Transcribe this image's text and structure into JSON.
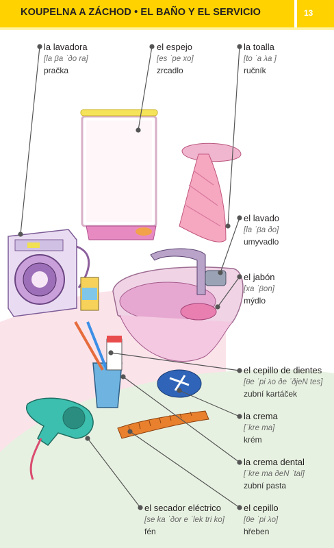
{
  "header": {
    "title": "KOUPELNA A ZÁCHOD • EL BAÑO Y EL SERVICIO",
    "page_number": "13"
  },
  "colors": {
    "header_bg": "#ffd200",
    "leader_line": "#555555"
  },
  "labels": [
    {
      "id": "lavadora",
      "spanish": "la lavadora",
      "pronunciation": "[la βa ˈðo ra]",
      "czech": "pračka"
    },
    {
      "id": "espejo",
      "spanish": "el espejo",
      "pronunciation": "[es ˈpe xo]",
      "czech": "zrcadlo"
    },
    {
      "id": "toalla",
      "spanish": "la toalla",
      "pronunciation": "[to ˈa λa ]",
      "czech": "ručník"
    },
    {
      "id": "lavado",
      "spanish": "el lavado",
      "pronunciation": "[la ˈβa ðo]",
      "czech": "umyvadlo"
    },
    {
      "id": "jabon",
      "spanish": "el jabón",
      "pronunciation": "[xa ˈβon]",
      "czech": "mýdlo"
    },
    {
      "id": "cepillo-dientes",
      "spanish": "el cepillo de dientes",
      "pronunciation": "[θe ˈpi λo ðe ˈðjeN tes]",
      "czech": "zubní kartáček"
    },
    {
      "id": "crema",
      "spanish": "la crema",
      "pronunciation": "[ˈkre ma]",
      "czech": "krém"
    },
    {
      "id": "crema-dental",
      "spanish": "la crema dental",
      "pronunciation": "[ˈkre ma ðeN ˈtal]",
      "czech": "zubní pasta"
    },
    {
      "id": "secador",
      "spanish": "el secador eléctrico",
      "pronunciation": "[se ka ˈðor e ˈlek tri ko]",
      "czech": "fén"
    },
    {
      "id": "cepillo",
      "spanish": "el cepillo",
      "pronunciation": "[θe ˈpi λo]",
      "czech": "hřeben"
    }
  ]
}
